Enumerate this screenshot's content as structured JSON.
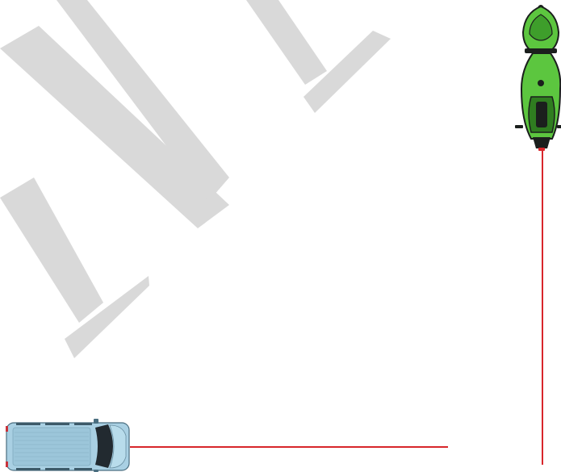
{
  "scene": {
    "background": "#ffffff",
    "watermark": {
      "letters": "NL",
      "color": "#d9d9d9"
    },
    "vehicles": [
      {
        "kind": "van",
        "view": "top-down",
        "heading": "right",
        "body_color": "#a9d0e3",
        "window_color": "#222a30"
      },
      {
        "kind": "motorcycle",
        "view": "top-down",
        "heading": "up",
        "body_color": "#5cc63f",
        "dark_color": "#1b1f1d"
      }
    ],
    "path_lines": [
      {
        "from": "van",
        "direction": "right",
        "color": "#d8262b"
      },
      {
        "from": "motorcycle",
        "direction": "down",
        "color": "#d8262b"
      }
    ]
  }
}
